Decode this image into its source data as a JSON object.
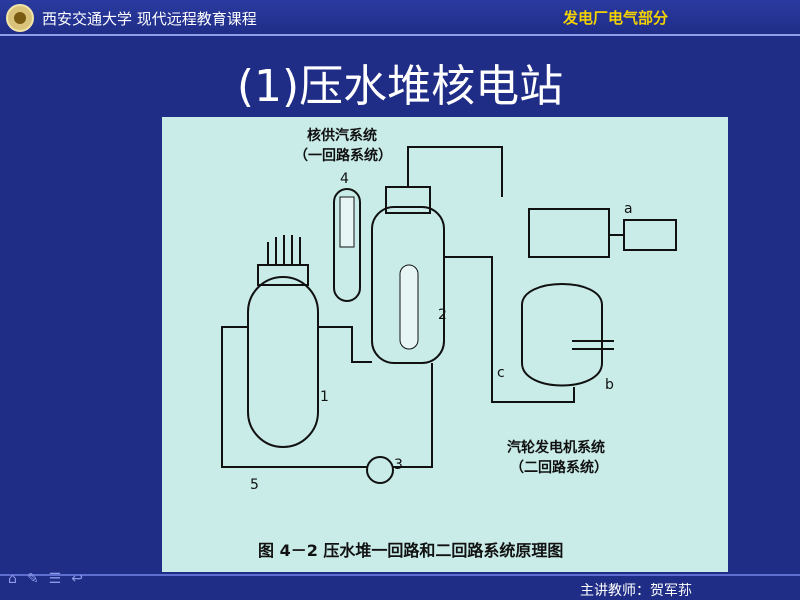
{
  "header": {
    "school": "西安交通大学 现代远程教育课程",
    "course": "发电厂电气部分"
  },
  "slide": {
    "title": "(1)压水堆核电站"
  },
  "figure": {
    "primary_system_title": "核供汽系统",
    "primary_system_subtitle": "（一回路系统）",
    "secondary_system_title": "汽轮发电机系统",
    "secondary_system_subtitle": "（二回路系统）",
    "labels": {
      "n1": "1",
      "n2": "2",
      "n3": "3",
      "n4": "4",
      "n5": "5",
      "a": "a",
      "b": "b",
      "c": "c"
    },
    "caption": "图 4－2 压水堆一回路和二回路系统原理图"
  },
  "footer": {
    "nav_icons": [
      "home-icon",
      "pen-icon",
      "menu-icon",
      "return-icon"
    ],
    "lecturer": "主讲教师：贺军荪"
  }
}
